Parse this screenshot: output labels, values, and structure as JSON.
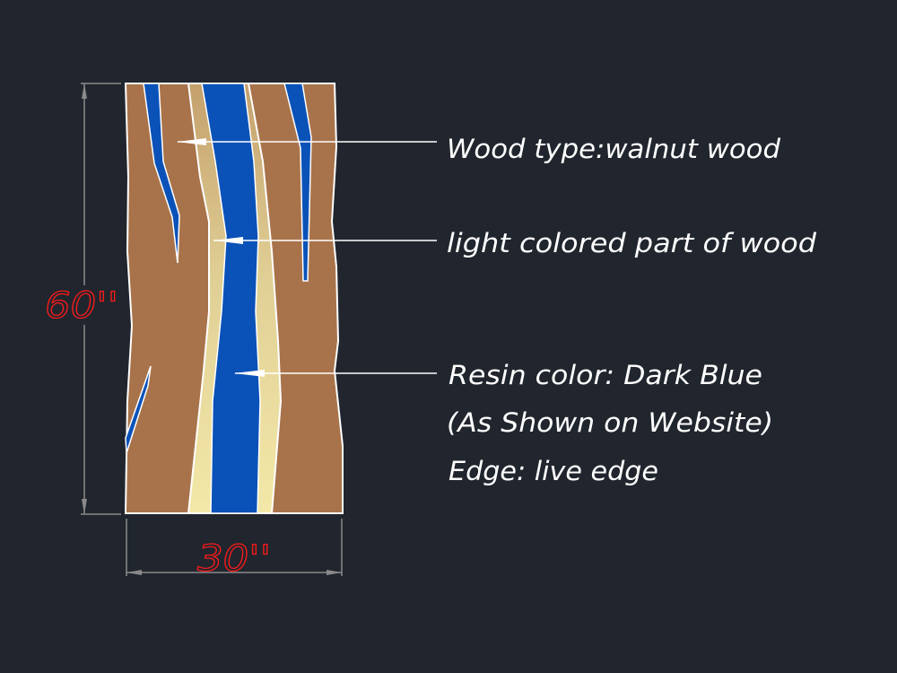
{
  "drawing": {
    "dimensions": {
      "height": "60''",
      "width": "30''"
    },
    "annotations": [
      "Wood type:walnut wood",
      "light colored part of wood",
      "Resin color: Dark Blue",
      "(As Shown on Website)",
      "Edge: live edge"
    ],
    "colors": {
      "background": "#21262e",
      "walnut": "#a8734a",
      "light_wood_top": "#c4a06c",
      "light_wood_bottom": "#f3e8a8",
      "resin": "#0a52b8",
      "dimension_text": "#ff1a1a",
      "dimension_line": "#8a8a8a"
    }
  }
}
